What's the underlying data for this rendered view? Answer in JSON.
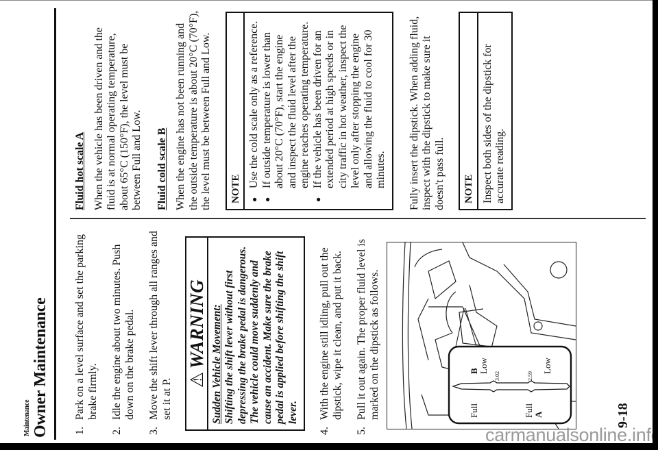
{
  "header": {
    "section": "Maintenance",
    "title": "Owner Maintenance"
  },
  "steps": [
    {
      "num": "1.",
      "text": "Park on a level surface and set the parking brake firmly."
    },
    {
      "num": "2.",
      "text": "Idle the engine about two minutes. Push down on the brake pedal."
    },
    {
      "num": "3.",
      "text": "Move the shift lever through all ranges and set it at P."
    },
    {
      "num": "4.",
      "text": "With the engine still idling, pull out the dipstick, wipe it clean, and put it back."
    },
    {
      "num": "5.",
      "text": "Pull it out again. The proper fluid level is marked on the dipstick as follows."
    }
  ],
  "warning": {
    "icon": "warning-triangle-icon",
    "symbol": "⚠",
    "title": "WARNING",
    "subtitle": "Sudden Vehicle Movement:",
    "body": "Shifting the shift lever without first depressing the brake pedal is dangerous. The vehicle could move suddenly and cause an accident. Make sure the brake pedal is applied before shifting the shift lever."
  },
  "figure": {
    "label_full_a": "Full",
    "label_a": "A",
    "label_low_a": "Low",
    "label_full_b": "Full",
    "label_b": "B",
    "label_low_b": "Low",
    "mark_a": "2.59",
    "mark_b": "3.02"
  },
  "hot_scale": {
    "title": "Fluid hot scale A",
    "text": "When the vehicle has been driven and the fluid is at normal operating temperature, about 65°C (150°F), the level must be between Full and Low."
  },
  "cold_scale": {
    "title": "Fluid cold scale B",
    "text": "When the engine has not been running and the outside temperature is about 20°C (70°F), the level must be between Full and Low."
  },
  "note1": {
    "title": "NOTE",
    "items": [
      "Use the cold scale only as a reference.",
      "If outside temperature is lower than about 20°C (70°F), start the engine and inspect the fluid level after the engine reaches operating temperature.",
      "If the vehicle has been driven for an extended period at high speeds or in city traffic in hot weather, inspect the level only after stopping the engine and allowing the fluid to cool for 30 minutes."
    ]
  },
  "insert_text": "Fully insert the dipstick. When adding fluid, inspect with the dipstick to make sure it doesn't pass full.",
  "note2": {
    "title": "NOTE",
    "text": "Inspect both sides of the dipstick for accurate reading."
  },
  "page_number": "9-18",
  "watermark": "carmanualsonline.info"
}
